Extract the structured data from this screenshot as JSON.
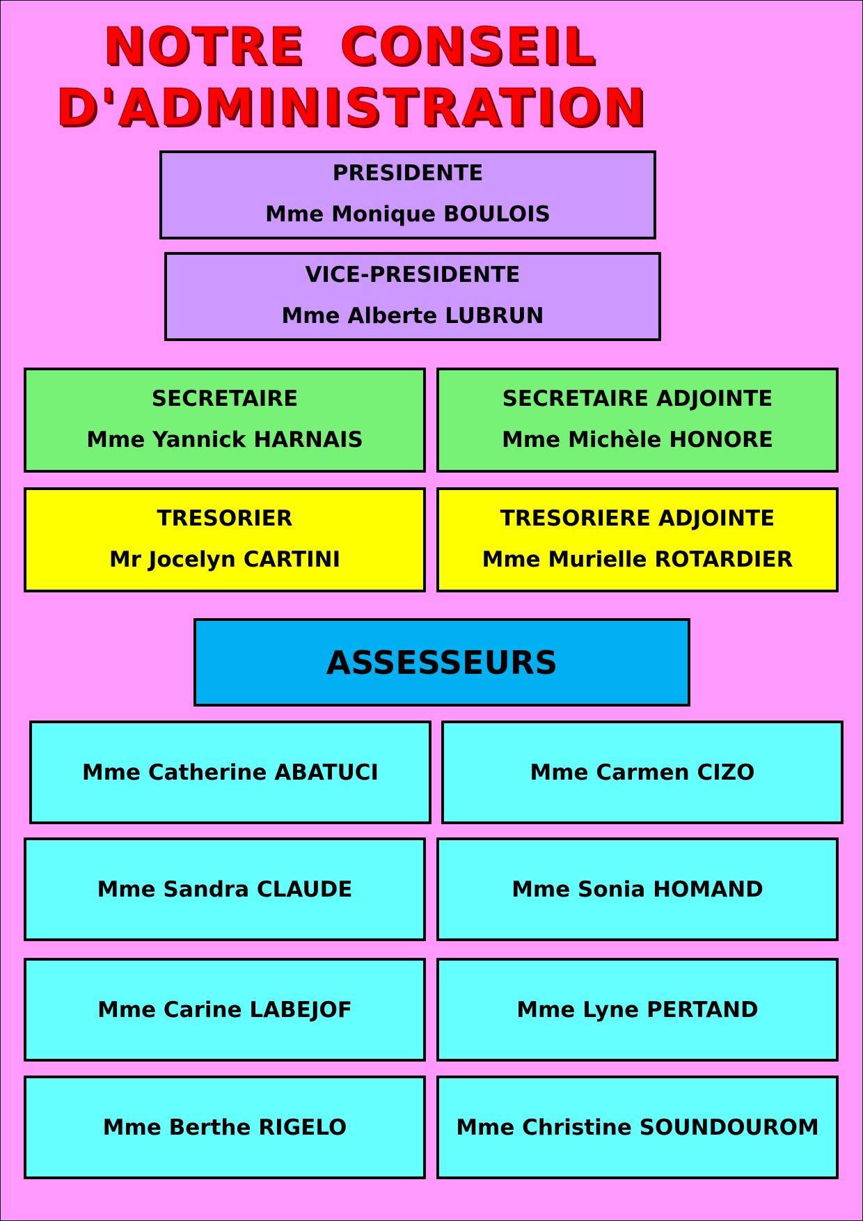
{
  "title": {
    "line1": "NOTRE CONSEIL",
    "line2": "D'ADMINISTRATION"
  },
  "president": {
    "role": "PRESIDENTE",
    "name": "Mme Monique BOULOIS"
  },
  "vice_president": {
    "role": "VICE-PRESIDENTE",
    "name": "Mme Alberte LUBRUN"
  },
  "secretaire": {
    "role": "SECRETAIRE",
    "name": "Mme Yannick HARNAIS"
  },
  "secretaire_adjointe": {
    "role": "SECRETAIRE ADJOINTE",
    "name": "Mme Michèle HONORE"
  },
  "tresorier": {
    "role": "TRESORIER",
    "name": "Mr Jocelyn CARTINI"
  },
  "tresoriere_adjointe": {
    "role": "TRESORIERE ADJOINTE",
    "name": "Mme Murielle ROTARDIER"
  },
  "assesseurs": {
    "heading": "ASSESSEURS",
    "members": [
      "Mme Catherine ABATUCI",
      "Mme Carmen CIZO",
      "Mme Sandra CLAUDE",
      "Mme Sonia HOMAND",
      "Mme Carine LABEJOF",
      "Mme Lyne PERTAND",
      "Mme Berthe RIGELO",
      "Mme Christine SOUNDOUROM"
    ]
  },
  "colors": {
    "background": "#ff99ff",
    "title": "#ff0000",
    "bureau_top": "#cc99ff",
    "secretariat": "#77f277",
    "tresorerie": "#ffff00",
    "assesseurs_heading": "#00b0f0",
    "assesseurs_members": "#66ffff"
  }
}
